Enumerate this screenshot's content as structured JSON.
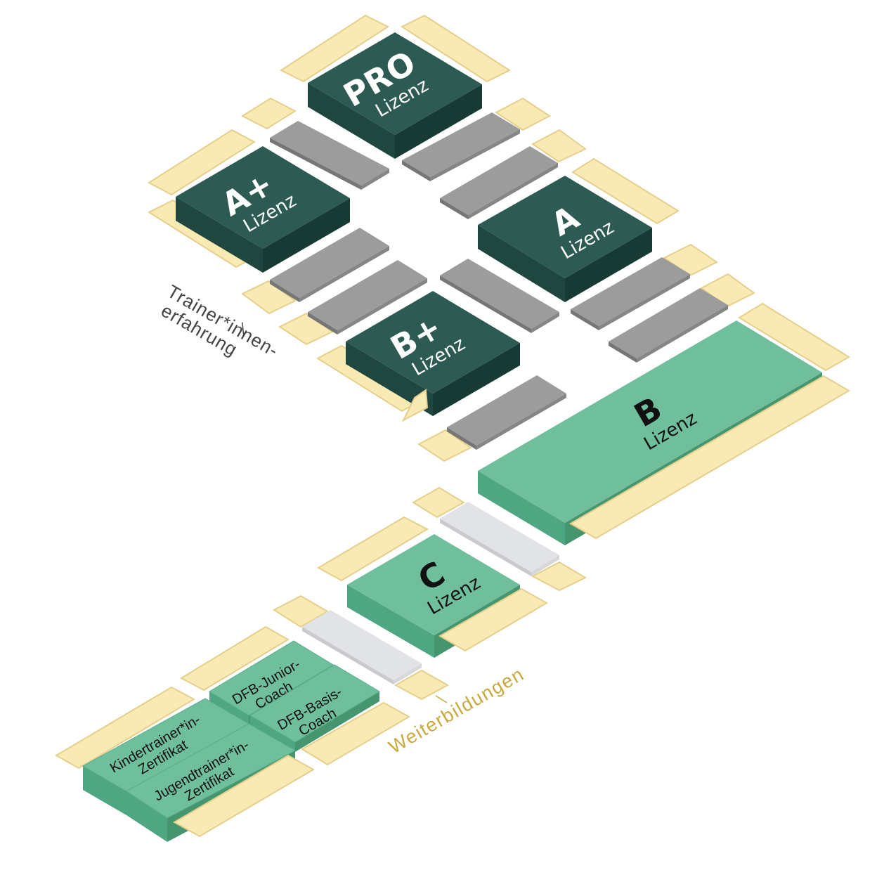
{
  "colors": {
    "cream_top": "#f9eab4",
    "cream_side": "#e5cf8c",
    "dark_top": "#2d5a53",
    "dark_side": "#1f463f",
    "light_top": "#6fbf9d",
    "light_side": "#4ea682",
    "gray_top": "#9c9c9c",
    "gray_side": "#767676",
    "pale_top": "#e2e3e6",
    "pale_side": "#c9cace",
    "text_white": "#ffffff",
    "text_black": "#111111",
    "text_gray": "#444444",
    "text_gold": "#c9a93e"
  },
  "licenses": {
    "pro": {
      "title": "PRO",
      "subtitle": "Lizenz"
    },
    "aplus": {
      "title": "A+",
      "subtitle": "Lizenz"
    },
    "a": {
      "title": "A",
      "subtitle": "Lizenz"
    },
    "bplus": {
      "title": "B+",
      "subtitle": "Lizenz"
    },
    "b": {
      "title": "B",
      "subtitle": "Lizenz"
    },
    "c": {
      "title": "C",
      "subtitle": "Lizenz"
    }
  },
  "base": {
    "dfb_junior": [
      "DFB-Junior-",
      "Coach"
    ],
    "dfb_basis": [
      "DFB-Basis-",
      "Coach"
    ],
    "kindertrainer": [
      "Kindertrainer*in-",
      "Zertifikat"
    ],
    "jugendtrainer": [
      "Jugendtrainer*in-",
      "Zertifikat"
    ]
  },
  "annotations": {
    "trainer": [
      "Trainer*innen-",
      "erfahrung"
    ],
    "weiterbildungen": "Weiterbildungen"
  }
}
